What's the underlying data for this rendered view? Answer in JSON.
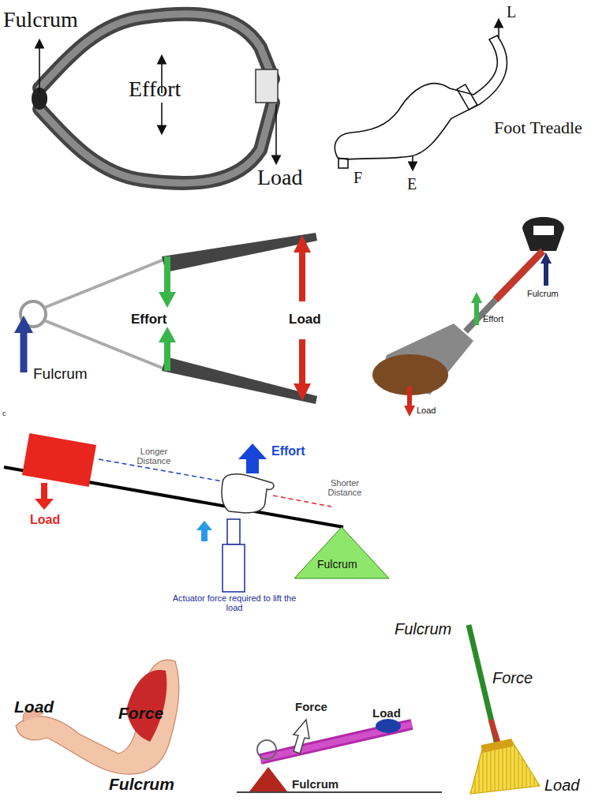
{
  "diagram": {
    "labels": [
      "Fulcrum",
      "Effort",
      "Load",
      "L",
      "Foot Treadle",
      "F",
      "E",
      "Effort",
      "Load",
      "Fulcrum",
      "Fulcrum",
      "Effort",
      "Load",
      "c",
      "Longer Distance",
      "Effort",
      "Shorter Distance",
      "Load",
      "Fulcrum",
      "Actuator force required to lift the load",
      "Load",
      "Force",
      "Fulcrum",
      "Force",
      "Load",
      "Fulcrum",
      "Fulcrum",
      "Force",
      "Load"
    ]
  }
}
